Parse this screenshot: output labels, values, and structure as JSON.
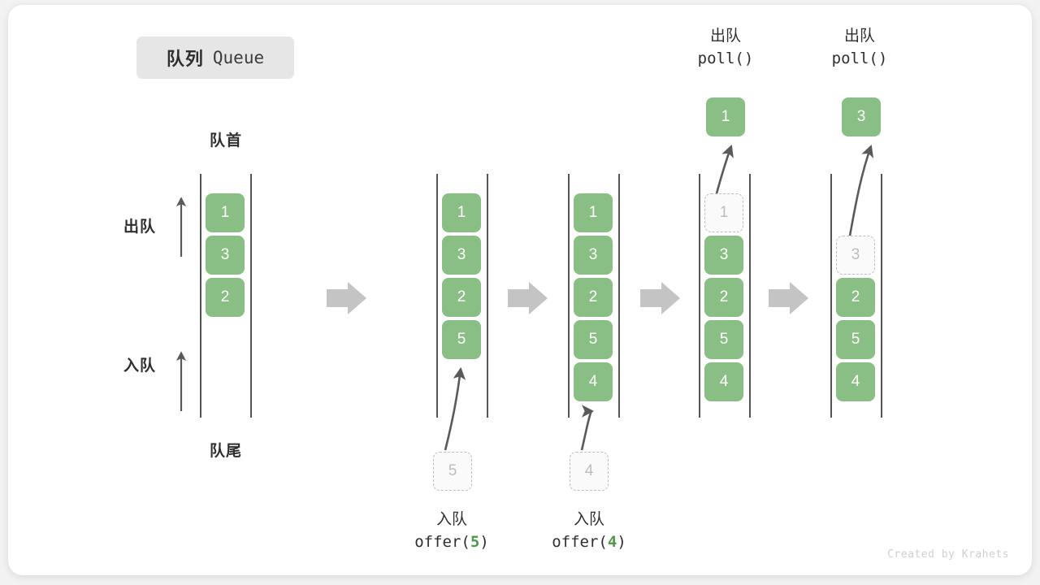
{
  "title": {
    "cn": "队列",
    "en": "Queue"
  },
  "labels": {
    "head": "队首",
    "tail": "队尾",
    "dequeue_dir": "出队",
    "enqueue_dir": "入队"
  },
  "colors": {
    "cell_fill": "#89bf84",
    "cell_text": "#ffffff",
    "ghost_border": "#bdbdbd",
    "ghost_text": "#bdbdbd",
    "rail": "#555555",
    "arrow": "#5a5a5a",
    "step_arrow": "#c4c4c4",
    "accent_number": "#4e9a4a",
    "badge_bg": "#e6e6e6",
    "card_bg": "#ffffff",
    "page_bg": "#f2f2f2"
  },
  "credit": "Created by Krahets",
  "chart_data": {
    "type": "diagram",
    "title": "队列 Queue",
    "description": "Queue operations: offer(5), offer(4), poll(), poll()",
    "columns": [
      {
        "id": "col1",
        "cells": [
          "1",
          "3",
          "2"
        ],
        "ghost_index": null,
        "capacity": 5
      },
      {
        "id": "col2",
        "cells": [
          "1",
          "3",
          "2",
          "5"
        ],
        "ghost_index": null,
        "capacity": 5
      },
      {
        "id": "col3",
        "cells": [
          "1",
          "3",
          "2",
          "5",
          "4"
        ],
        "ghost_index": null,
        "capacity": 5
      },
      {
        "id": "col4",
        "cells": [
          "1",
          "3",
          "2",
          "5",
          "4"
        ],
        "ghost_index": 0,
        "capacity": 5
      },
      {
        "id": "col5",
        "cells": [
          "3",
          "2",
          "5",
          "4"
        ],
        "ghost_index": 0,
        "capacity": 5
      }
    ],
    "operations": [
      {
        "col": "col2",
        "cn": "入队",
        "code_prefix": "offer(",
        "code_value": "5",
        "code_suffix": ")",
        "position": "bottom",
        "incoming_value": "5"
      },
      {
        "col": "col3",
        "cn": "入队",
        "code_prefix": "offer(",
        "code_value": "4",
        "code_suffix": ")",
        "position": "bottom",
        "incoming_value": "4"
      },
      {
        "col": "col4",
        "cn": "出队",
        "code_prefix": "poll(",
        "code_value": "",
        "code_suffix": ")",
        "position": "top",
        "outgoing_value": "1"
      },
      {
        "col": "col5",
        "cn": "出队",
        "code_prefix": "poll(",
        "code_value": "",
        "code_suffix": ")",
        "position": "top",
        "outgoing_value": "3"
      }
    ]
  },
  "cells": {
    "c1": [
      "1",
      "3",
      "2"
    ],
    "c2": [
      "1",
      "3",
      "2",
      "5"
    ],
    "c3": [
      "1",
      "3",
      "2",
      "5",
      "4"
    ],
    "c4_ghost": "1",
    "c4": [
      "3",
      "2",
      "5",
      "4"
    ],
    "c5_ghost": "3",
    "c5": [
      "2",
      "5",
      "4"
    ]
  },
  "ops": {
    "offer5": {
      "cn": "入队",
      "pre": "offer(",
      "num": "5",
      "post": ")",
      "chip": "5"
    },
    "offer4": {
      "cn": "入队",
      "pre": "offer(",
      "num": "4",
      "post": ")",
      "chip": "4"
    },
    "poll1": {
      "cn": "出队",
      "code": "poll()",
      "result": "1"
    },
    "poll2": {
      "cn": "出队",
      "code": "poll()",
      "result": "3"
    }
  }
}
